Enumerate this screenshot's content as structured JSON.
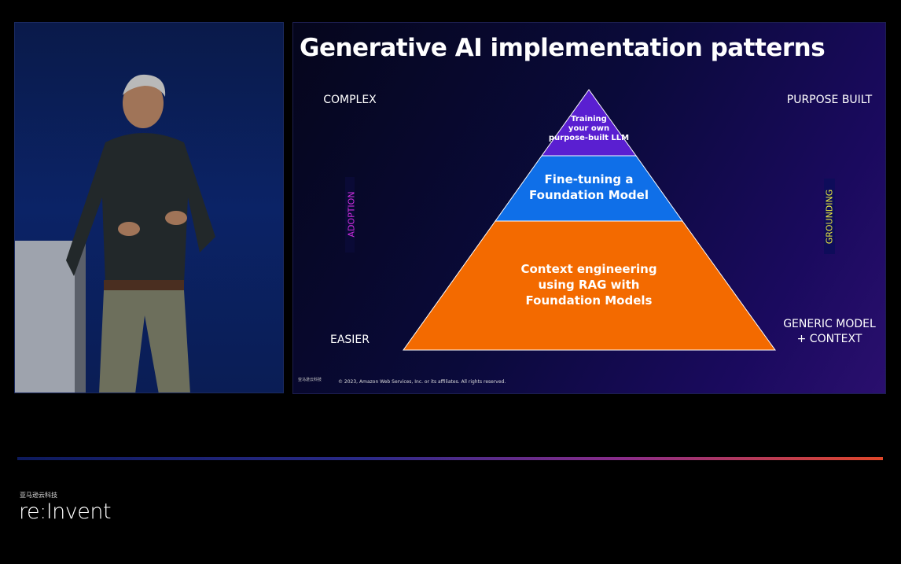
{
  "slide": {
    "title": "Generative AI implementation patterns",
    "left_axis": {
      "top": "COMPLEX",
      "bottom": "EASIER",
      "label": "ADOPTION"
    },
    "right_axis": {
      "top": "PURPOSE BUILT",
      "bottom_line1": "GENERIC MODEL",
      "bottom_line2": "+ CONTEXT",
      "label": "GROUNDING"
    },
    "pyramid": [
      {
        "lines": [
          "Training",
          "your own",
          "purpose-built LLM"
        ],
        "color": "#5a1fd1"
      },
      {
        "lines": [
          "Fine-tuning a",
          "Foundation Model"
        ],
        "color": "#0f6fe8"
      },
      {
        "lines": [
          "Context engineering",
          "using RAG with",
          "Foundation Models"
        ],
        "color": "#f36a00"
      }
    ],
    "copyright": "© 2023, Amazon Web Services, Inc. or its affiliates. All rights reserved.",
    "logo_text": "亚马逊云科技"
  },
  "branding": {
    "cn": "亚马逊云科技",
    "event": "re:Invent"
  }
}
